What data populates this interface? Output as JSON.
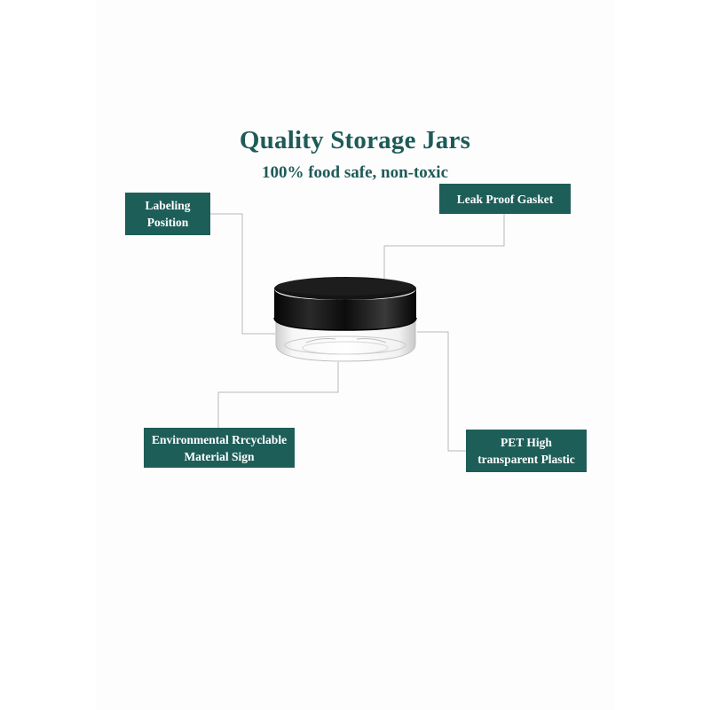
{
  "header": {
    "title": "Quality Storage Jars",
    "subtitle": "100% food safe, non-toxic"
  },
  "callouts": {
    "labeling": "Labeling\nPosition",
    "leak_proof": "Leak Proof Gasket",
    "recyclable": "Environmental Rrcyclable\nMaterial Sign",
    "pet": "PET High\ntransparent Plastic"
  },
  "colors": {
    "brand_green": "#1e5e59",
    "title_green": "#1d5b57",
    "lid_black": "#111111"
  },
  "icons": {
    "product": "storage-jar-image"
  }
}
